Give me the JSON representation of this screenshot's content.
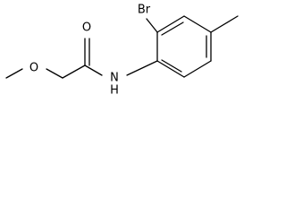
{
  "molecule": {
    "atoms": {
      "methoxy_oxygen": "O",
      "carbonyl_oxygen": "O",
      "amide_nitrogen": "N",
      "amide_hydrogen": "H",
      "bromine": "Br"
    },
    "colors": {
      "bond": "#000000",
      "label": "#000000",
      "background": "#ffffff"
    }
  }
}
